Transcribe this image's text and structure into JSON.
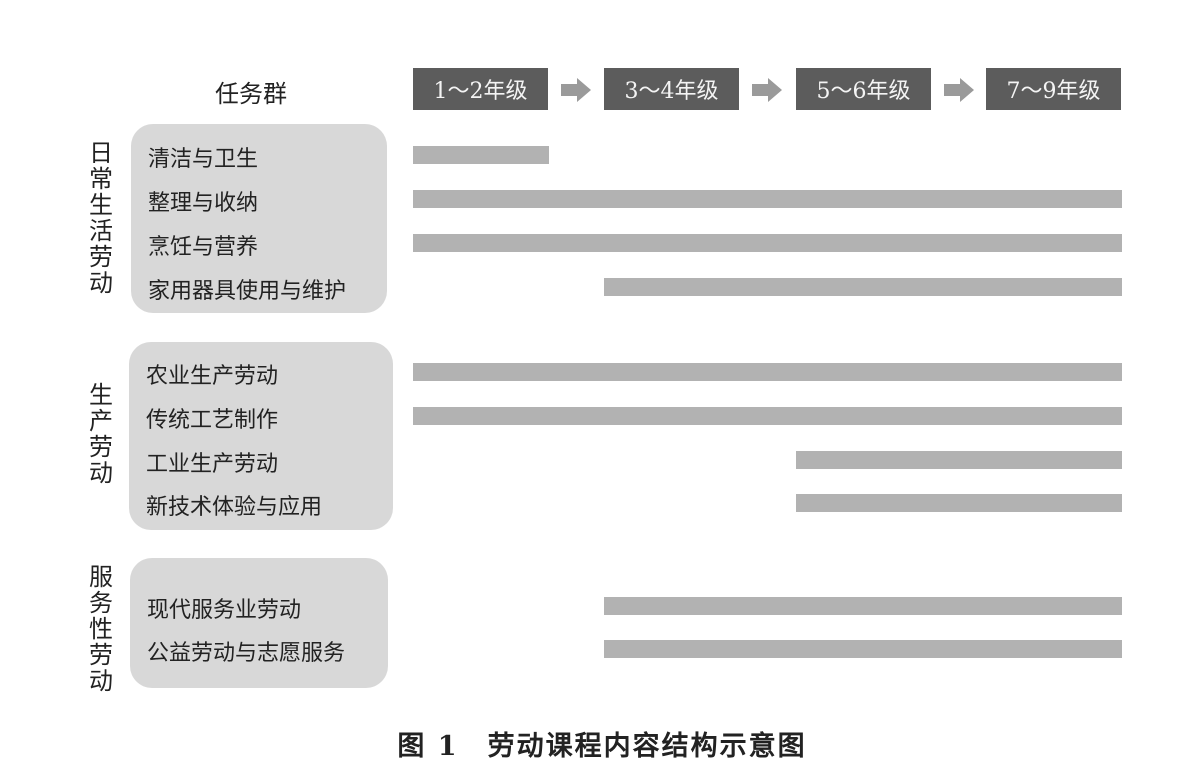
{
  "header": {
    "task_group_label": "任务群"
  },
  "grades": [
    "1～2年级",
    "3～4年级",
    "5～6年级",
    "7～9年级"
  ],
  "groups": [
    {
      "name": "日常生活劳动",
      "tasks": [
        {
          "label": "清洁与卫生",
          "grade_start": 1,
          "grade_end": 2
        },
        {
          "label": "整理与收纳",
          "grade_start": 1,
          "grade_end": 9
        },
        {
          "label": "烹饪与营养",
          "grade_start": 1,
          "grade_end": 9
        },
        {
          "label": "家用器具使用与维护",
          "grade_start": 3,
          "grade_end": 9
        }
      ]
    },
    {
      "name": "生产劳动",
      "tasks": [
        {
          "label": "农业生产劳动",
          "grade_start": 1,
          "grade_end": 9
        },
        {
          "label": "传统工艺制作",
          "grade_start": 1,
          "grade_end": 9
        },
        {
          "label": "工业生产劳动",
          "grade_start": 5,
          "grade_end": 9
        },
        {
          "label": "新技术体验与应用",
          "grade_start": 5,
          "grade_end": 9
        }
      ]
    },
    {
      "name": "服务性劳动",
      "tasks": [
        {
          "label": "现代服务业劳动",
          "grade_start": 3,
          "grade_end": 9
        },
        {
          "label": "公益劳动与志愿服务",
          "grade_start": 3,
          "grade_end": 9
        }
      ]
    }
  ],
  "caption": "图 1　劳动课程内容结构示意图",
  "colors": {
    "grade_box": "#5c5c5c",
    "bar": "#b2b2b2",
    "group_box": "#d8d8d8",
    "arrow": "#9a9a9a"
  }
}
